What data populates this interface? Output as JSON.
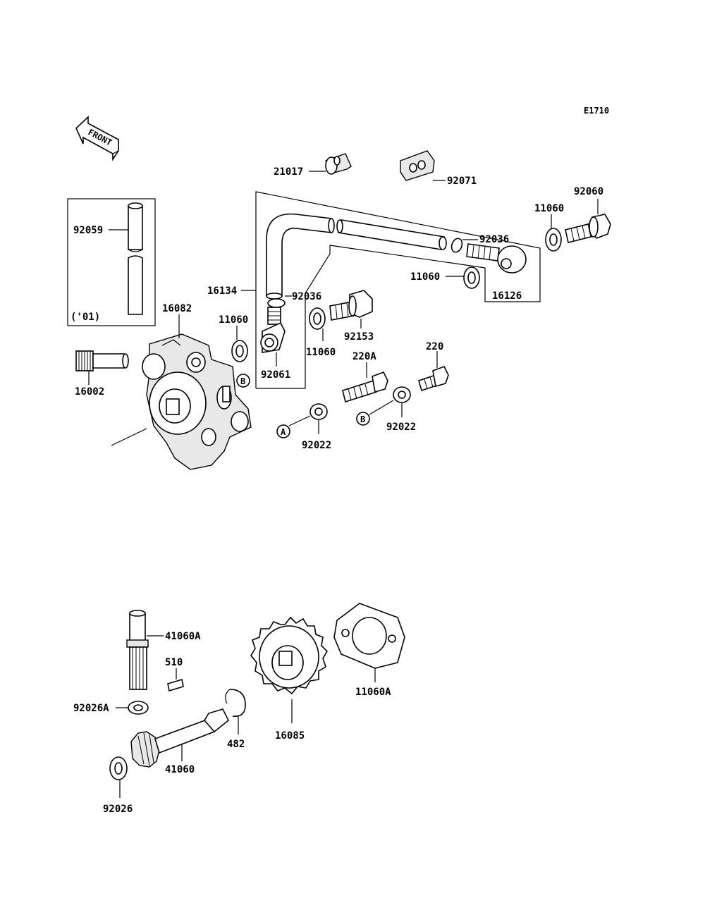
{
  "diagram_code": "E1710",
  "front_arrow_text": "FRONT",
  "callouts": {
    "A": "A",
    "B": "B"
  },
  "parts": {
    "p21017": "21017",
    "p92071": "92071",
    "p92060": "92060",
    "p11060_top_right": "11060",
    "p92036_right": "92036",
    "p11060_mid_right": "11060",
    "p16126": "16126",
    "p92059": "92059",
    "p01": "('01)",
    "p16134": "16134",
    "p92036_left": "92036",
    "p16082": "16082",
    "p11060_left": "11060",
    "p92153": "92153",
    "p92061": "92061",
    "p11060_center": "11060",
    "p220A": "220A",
    "p220": "220",
    "p16002": "16002",
    "p92022_left": "92022",
    "p92022_right": "92022",
    "p41060A": "41060A",
    "p510": "510",
    "p92026A": "92026A",
    "p11060A": "11060A",
    "p16085": "16085",
    "p482": "482",
    "p41060": "41060",
    "p92026": "92026"
  }
}
